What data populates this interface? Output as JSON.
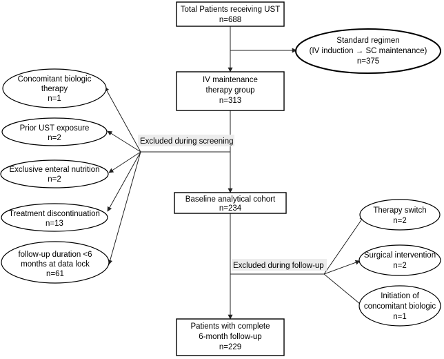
{
  "nodes": {
    "total": [
      "Total Patients receiving UST",
      "n=688"
    ],
    "standard": [
      "Standard regimen",
      "(IV induction → SC maintenance)",
      "n=375"
    ],
    "iv_group": [
      "IV maintenance",
      "therapy group",
      "n=313"
    ],
    "baseline": [
      "Baseline analytical cohort",
      "n=234"
    ],
    "complete": [
      "Patients with complete",
      "6-month follow-up",
      "n=229"
    ]
  },
  "exclusion_labels": {
    "screening": "Excluded during screening",
    "followup": "Excluded during  follow-up"
  },
  "screening_exclusions": [
    [
      "Concomitant biologic",
      "therapy",
      "n=1"
    ],
    [
      "Prior UST exposure",
      "n=2"
    ],
    [
      "Exclusive enteral nutrition",
      "n=2"
    ],
    [
      "Treatment discontinuation",
      "n=13"
    ],
    [
      "follow-up duration <6",
      "months  at data lock",
      "n=61"
    ]
  ],
  "followup_exclusions": [
    [
      "Therapy switch",
      "n=2"
    ],
    [
      "Surgical intervention",
      "n=2"
    ],
    [
      "Initiation of",
      "concomitant biologic",
      "n=1"
    ]
  ]
}
